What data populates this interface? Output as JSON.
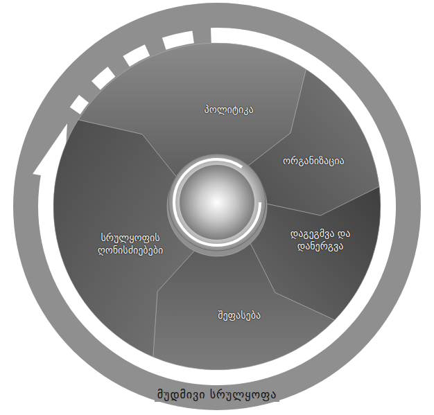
{
  "diagram": {
    "nodes": [
      {
        "text": [
          "პოლიტიკა"
        ]
      },
      {
        "text": [
          "ორგანიზაცია"
        ]
      },
      {
        "text": [
          "დაგეგმვა და დანერგვა"
        ]
      },
      {
        "text": [
          "შეფასება"
        ]
      },
      {
        "text": [
          "სრულყოფის ღონისძიებები"
        ]
      }
    ],
    "labels": [
      "მუდმივი სრულყოფა"
    ]
  }
}
